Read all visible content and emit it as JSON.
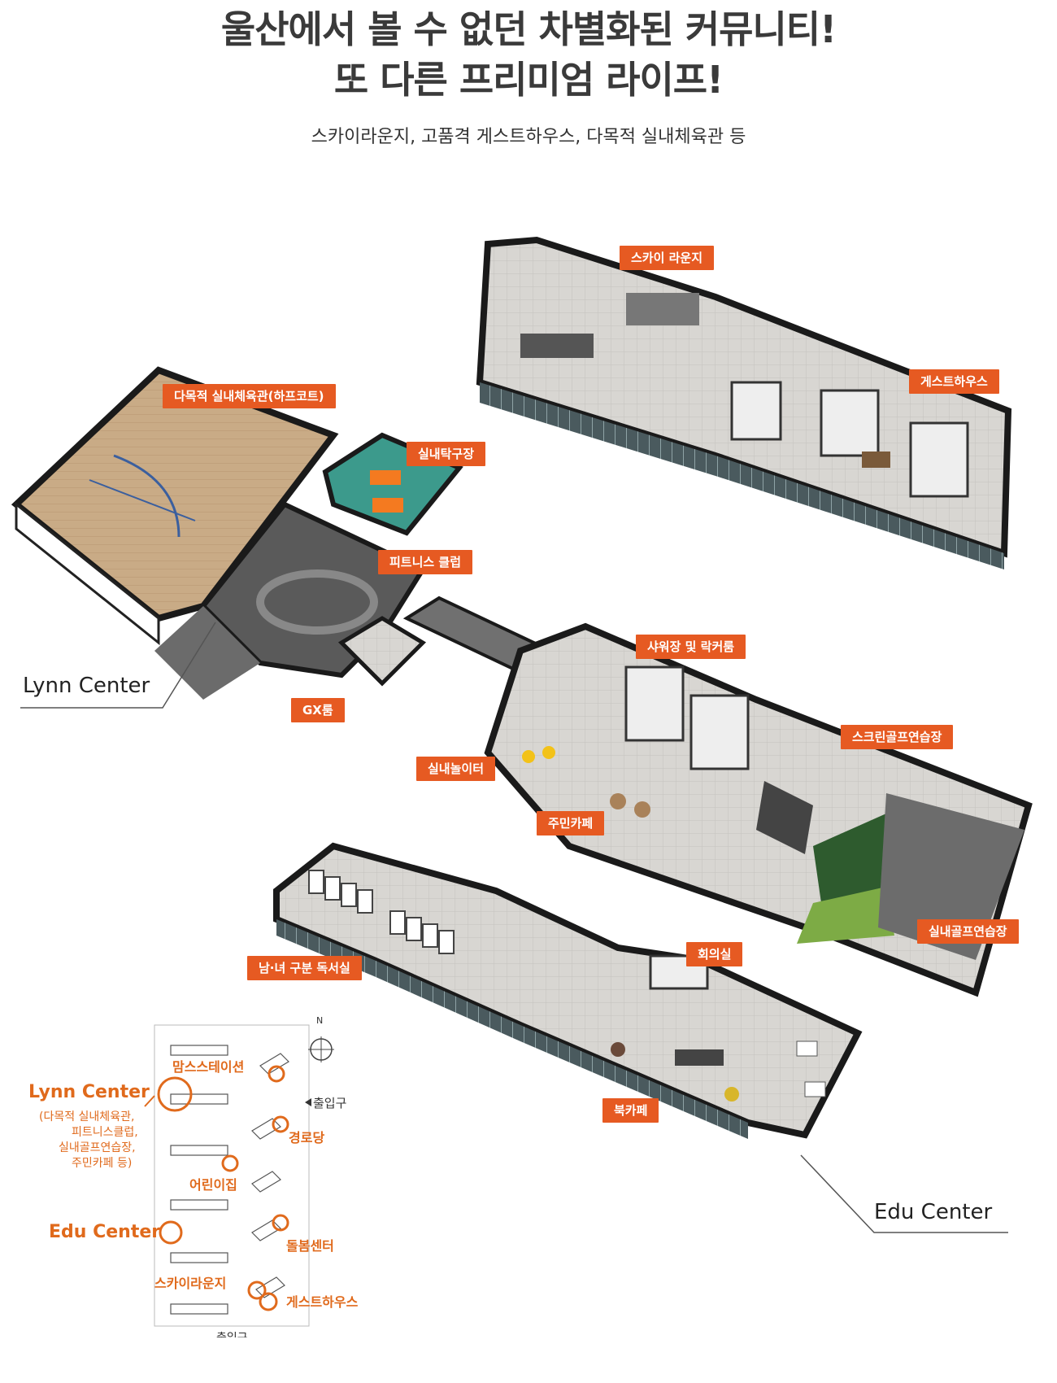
{
  "header": {
    "headline_line1": "울산에서 볼 수 없던 차별화된 커뮤니티!",
    "headline_line2": "또 다른 프리미엄 라이프!",
    "subtitle": "스카이라운지, 고품격 게스트하우스, 다목적 실내체육관 등"
  },
  "floorplan_labels": {
    "sky_lounge": "스카이 라운지",
    "guest_house": "게스트하우스",
    "gym_half_court": "다목적 실내체육관(하프코트)",
    "table_tennis": "실내탁구장",
    "fitness_club": "피트니스 클럽",
    "gx_room": "GX룸",
    "shower_locker": "샤워장 및 락커룸",
    "screen_golf": "스크린골프연습장",
    "indoor_playground": "실내놀이터",
    "resident_cafe": "주민카페",
    "indoor_golf": "실내골프연습장",
    "reading_room": "남·녀 구분 독서실",
    "meeting_room": "회의실",
    "book_cafe": "북카페"
  },
  "centers": {
    "lynn": "Lynn Center",
    "edu": "Edu Center"
  },
  "site_map": {
    "north": "N",
    "lynn_title": "Lynn Center",
    "lynn_desc_1": "(다목적 실내체육관,",
    "lynn_desc_2": "피트니스클럽,",
    "lynn_desc_3": "실내골프연습장,",
    "lynn_desc_4": "주민카페 등)",
    "edu_title": "Edu Center",
    "moms_station": "맘스스테이션",
    "entrance_1": "출입구",
    "senior_center": "경로당",
    "daycare": "어린이집",
    "care_center": "돌봄센터",
    "sky_lounge": "스카이라운지",
    "guest_house": "게스트하우스",
    "entrance_2": "출입구"
  },
  "colors": {
    "tag_bg": "#e65a22",
    "accent_orange": "#e06a1c",
    "headline": "#3a3a3a"
  }
}
